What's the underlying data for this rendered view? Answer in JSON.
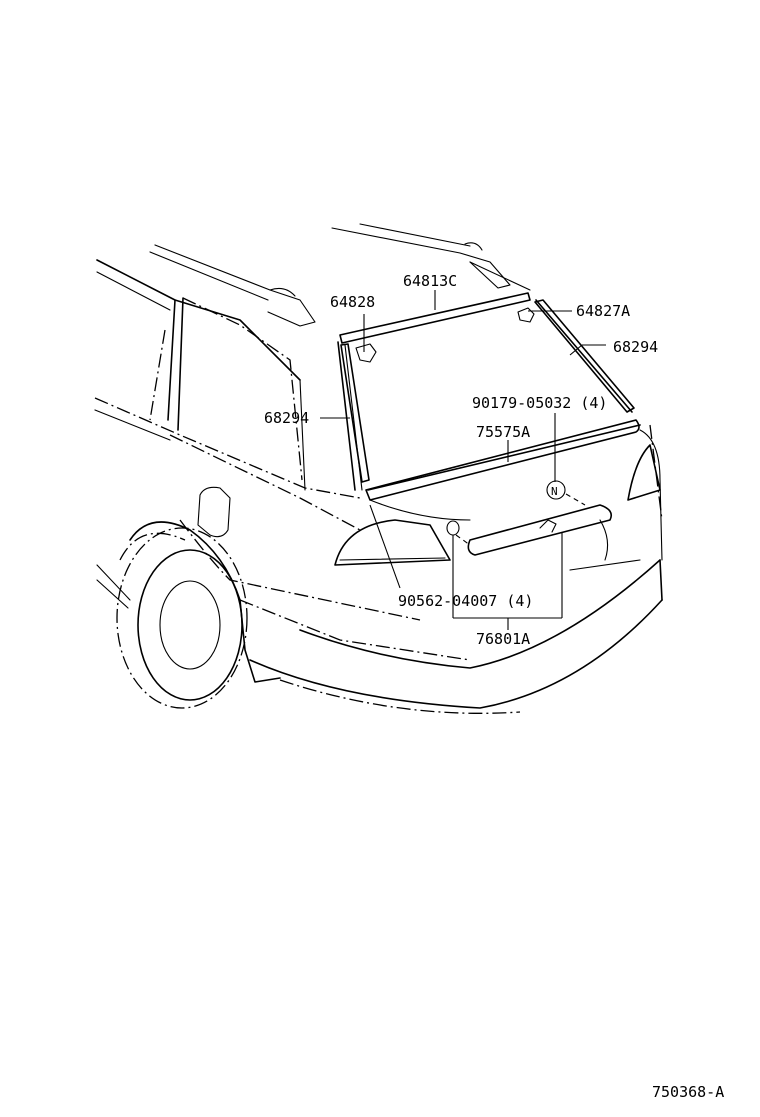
{
  "diagram": {
    "part_labels": {
      "p64813c": "64813C",
      "p64828": "64828",
      "p64827a": "64827A",
      "p68294_right": "68294",
      "p68294_left": "68294",
      "p90179": "90179-05032 (4)",
      "p75575a": "75575A",
      "p90562": "90562-04007 (4)",
      "p76801a": "76801A",
      "nut_symbol": "N"
    },
    "figure_code": "750368-A"
  }
}
